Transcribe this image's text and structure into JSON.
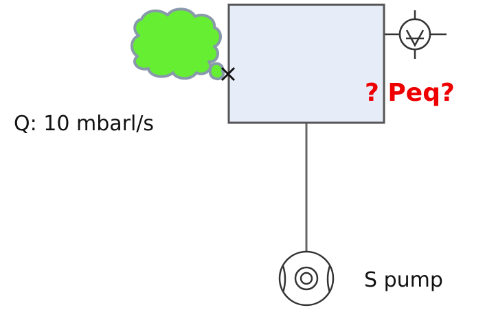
{
  "leak": {
    "label": "Q: 10 mbarl/s",
    "cloud_color": "#66ee33",
    "cloud_outline_color": "#8899aa",
    "marker_icon": "x-mark-icon"
  },
  "chamber": {
    "fill_color": "#e6ecf8",
    "border_color": "#555555",
    "unknown_label": "? Peq?",
    "unknown_color": "#ee0000"
  },
  "gauge": {
    "icon": "vacuum-gauge-icon"
  },
  "pump": {
    "label": "S pump",
    "icon": "vacuum-pump-icon"
  }
}
